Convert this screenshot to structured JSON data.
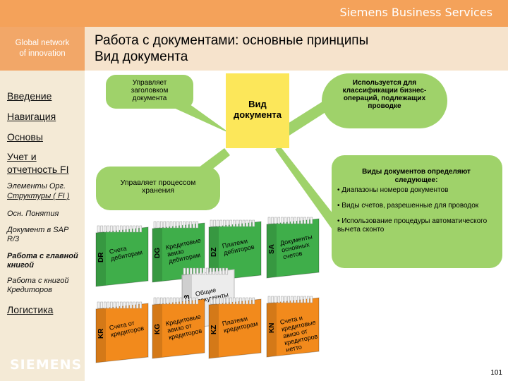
{
  "header": {
    "brand": "Siemens Business Services",
    "tagline": [
      "Global network",
      "of innovation"
    ],
    "title_lines": [
      "Работа с документами: основные принципы",
      "Вид документа"
    ]
  },
  "sidebar": {
    "items": [
      {
        "label": "Введение"
      },
      {
        "label": "Навигация"
      },
      {
        "label": "Основы"
      },
      {
        "label": "Учет и"
      },
      {
        "label": "отчетность FI"
      },
      {
        "label": "Элементы Орг."
      },
      {
        "label": "Структуры ( FI )"
      },
      {
        "label": "Осн. Понятия"
      },
      {
        "label": "Документ в SAP"
      },
      {
        "label": "R/3"
      },
      {
        "label": "Работа с главной"
      },
      {
        "label": "книгой"
      },
      {
        "label": "Работа с книгой"
      },
      {
        "label": "Кредиторов"
      },
      {
        "label": "Логистика"
      }
    ],
    "logo": "SIEMENS"
  },
  "diagram": {
    "header_bubble": [
      "Управляет",
      "заголовком",
      "документа"
    ],
    "doc_type_note": [
      "Вид",
      "документа"
    ],
    "classify_bubble": [
      "Используется для",
      "классификации бизнес-",
      "операций, подлежащих",
      "проводке"
    ],
    "storage_bubble": [
      "Управляет процессом",
      "хранения"
    ],
    "info": {
      "head": [
        "Виды документов определяют",
        "следующее:"
      ],
      "bullets": [
        "• Диапазоны номеров документов",
        "• Виды счетов, разрешенные для проводок",
        "• Использование процедуры автоматического вычета сконто"
      ]
    },
    "binders": [
      {
        "code": "DR",
        "label": "Счета\nдебиторам",
        "color": "#3fae4a"
      },
      {
        "code": "DG",
        "label": "Кредитовые\nавизо\nдебиторам",
        "color": "#3fae4a"
      },
      {
        "code": "DZ",
        "label": "Платежи\nдебиторов",
        "color": "#3fae4a"
      },
      {
        "code": "SA",
        "label": "Документы\nосновных\nсчетов",
        "color": "#3fae4a"
      },
      {
        "code": "AB",
        "label": "Общие\nдокументы",
        "color": "#ececec"
      },
      {
        "code": "KR",
        "label": "Счета от\nкредиторов",
        "color": "#f28a1c"
      },
      {
        "code": "KG",
        "label": "Кредитовые\nавизо от\nкредиторов",
        "color": "#f28a1c"
      },
      {
        "code": "KZ",
        "label": "Платежи\nкредиторам",
        "color": "#f28a1c"
      },
      {
        "code": "KN",
        "label": "Счета и\nкредитовые\nавизо от\nкредиторов\nнетто",
        "color": "#f28a1c"
      }
    ]
  },
  "page_number": "101"
}
